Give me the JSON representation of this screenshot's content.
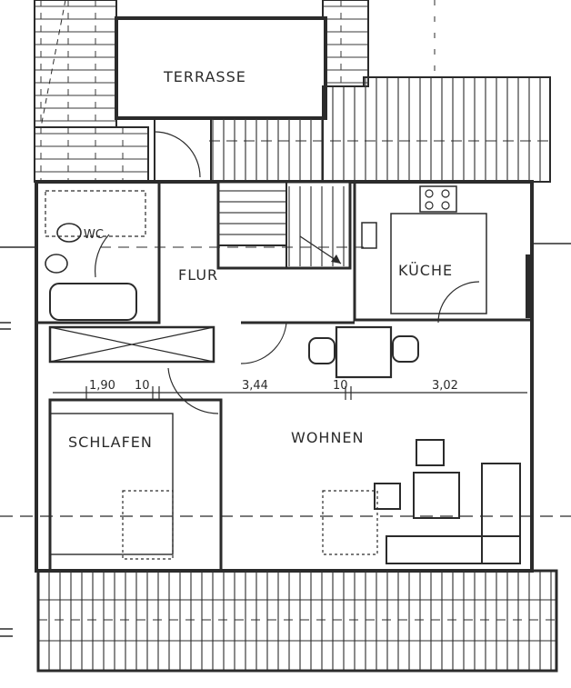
{
  "rooms": {
    "terrace": "TERRASSE",
    "wc": "WC",
    "hall": "FLUR",
    "kitchen": "KÜCHE",
    "bedroom": "SCHLAFEN",
    "living": "WOHNEN"
  },
  "dimensions": {
    "bedroom_width": "1,90",
    "wall_a": "10",
    "hall_width": "3,44",
    "wall_b": "10",
    "living_width": "3,02"
  },
  "colors": {
    "ink": "#2b2b2b",
    "paper": "#ffffff"
  }
}
